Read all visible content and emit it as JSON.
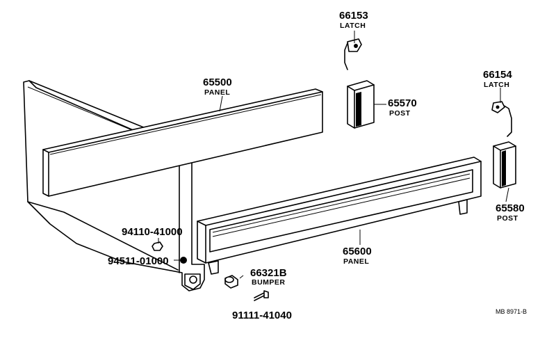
{
  "parts": {
    "latch_a": {
      "number": "66153",
      "name": "LATCH"
    },
    "panel_a": {
      "number": "65500",
      "name": "PANEL"
    },
    "post_a": {
      "number": "65570",
      "name": "POST"
    },
    "latch_b": {
      "number": "66154",
      "name": "LATCH"
    },
    "post_b": {
      "number": "65580",
      "name": "POST"
    },
    "panel_b": {
      "number": "65600",
      "name": "PANEL"
    },
    "nut": {
      "number": "94110-41000"
    },
    "washer": {
      "number": "94511-01000"
    },
    "bumper": {
      "number": "66321B",
      "name": "BUMPER"
    },
    "bolt": {
      "number": "91111-41040"
    }
  },
  "reference_code": "MB 8971-B"
}
